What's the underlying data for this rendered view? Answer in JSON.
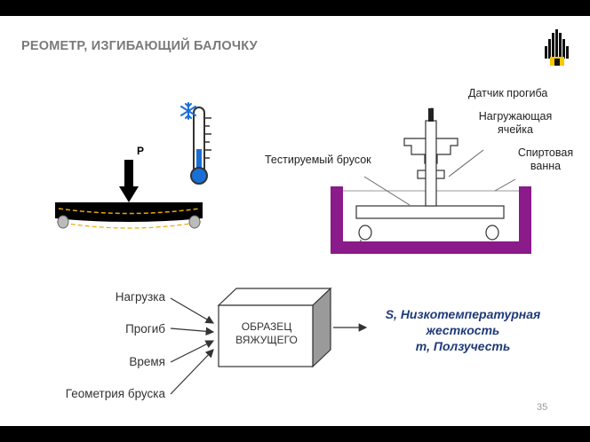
{
  "title": "РЕОМЕТР, ИЗГИБАЮЩИЙ БАЛОЧКУ",
  "load_symbol": "P",
  "labels": {
    "deflection_sensor": "Датчик прогиба",
    "load_cell_line1": "Нагружающая",
    "load_cell_line2": "ячейка",
    "test_beam": "Тестируемый брусок",
    "bath_line1": "Спиртовая",
    "bath_line2": "ванна"
  },
  "inputs": [
    "Нагрузка",
    "Прогиб",
    "Время",
    "Геометрия бруска"
  ],
  "specimen_line1": "ОБРАЗЕЦ",
  "specimen_line2": "ВЯЖУЩЕГО",
  "outputs": {
    "line1": "S, Низкотемпературная",
    "line2": "жесткость",
    "line3": "m, Ползучесть"
  },
  "page_number": "35",
  "colors": {
    "bath": "#8b1a8b",
    "thermo_blue": "#1a6fd6",
    "logo_yellow": "#f5c800",
    "output_text": "#1f3a7a",
    "title_gray": "#7a7a7a"
  },
  "icons": [
    "snowflake-icon",
    "thermometer-icon",
    "company-logo"
  ]
}
